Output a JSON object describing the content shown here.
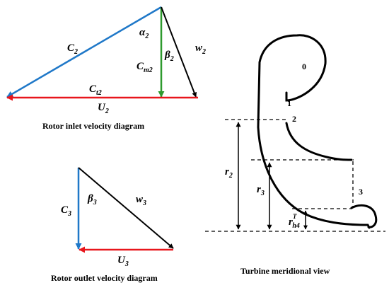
{
  "inlet": {
    "caption": "Rotor inlet velocity diagram",
    "labels": {
      "c": {
        "main": "C",
        "sub": "2"
      },
      "alpha": {
        "main": "α",
        "sub": "2"
      },
      "beta": {
        "main": "β",
        "sub": "2"
      },
      "cm": {
        "main": "C",
        "sub": "m2"
      },
      "w": {
        "main": "w",
        "sub": "2"
      },
      "ct": {
        "main": "C",
        "sub": "t2"
      },
      "u": {
        "main": "U",
        "sub": "2"
      }
    }
  },
  "outlet": {
    "caption": "Rotor outlet velocity diagram",
    "labels": {
      "c": {
        "main": "C",
        "sub": "3"
      },
      "beta": {
        "main": "β",
        "sub": "3"
      },
      "w": {
        "main": "w",
        "sub": "3"
      },
      "u": {
        "main": "U",
        "sub": "3"
      }
    }
  },
  "meridional": {
    "caption": "Turbine meridional view",
    "stations": {
      "s0": "0",
      "s1": "1",
      "s2": "2",
      "s3": "3"
    },
    "labels": {
      "r2": {
        "main": "r",
        "sub": "2"
      },
      "r3": {
        "main": "r",
        "sub": "3"
      },
      "rh4": {
        "main": "r",
        "sub": "h4",
        "sup": "T"
      }
    }
  },
  "colors": {
    "blue": "#1f78c8",
    "green": "#2e9a2e",
    "red": "#e8161c",
    "black": "#000000"
  }
}
